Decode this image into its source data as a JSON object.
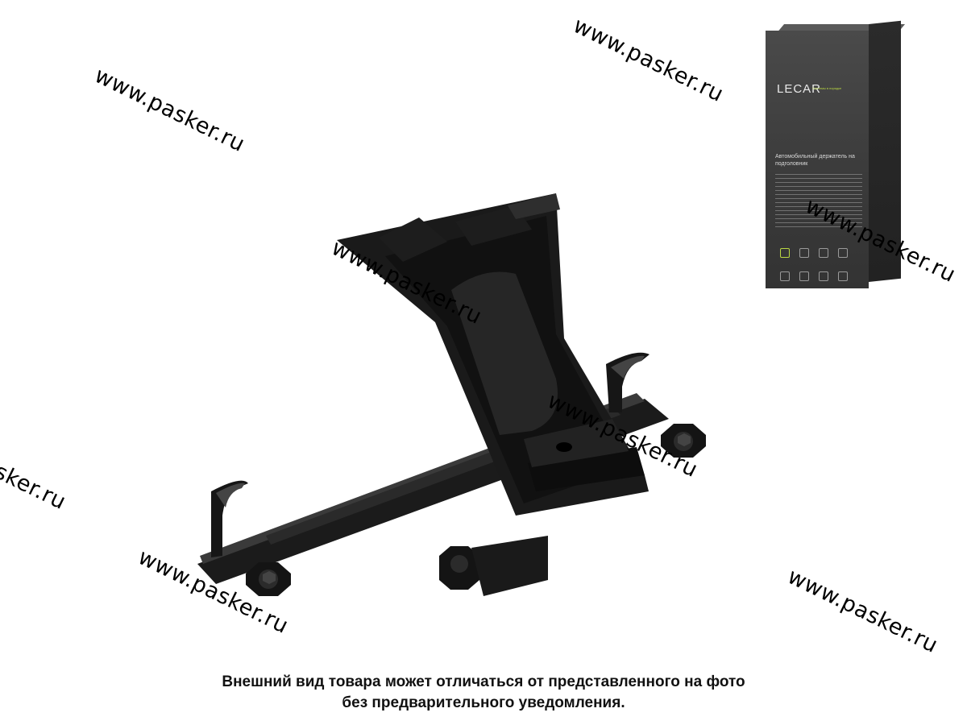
{
  "watermark_text": "www.pasker.ru",
  "caption": {
    "line1": "Внешний вид товара может отличаться от представленного на фото",
    "line2": "без предварительного уведомления."
  },
  "package": {
    "brand": "LECAR",
    "brand_tagline": "Системы в порядке",
    "product_title": "Автомобильный держатель на подголовник"
  },
  "colors": {
    "background": "#ffffff",
    "product": "#1c1c1c",
    "package": "#3f3f3f",
    "brand_accent": "#b9d742"
  }
}
